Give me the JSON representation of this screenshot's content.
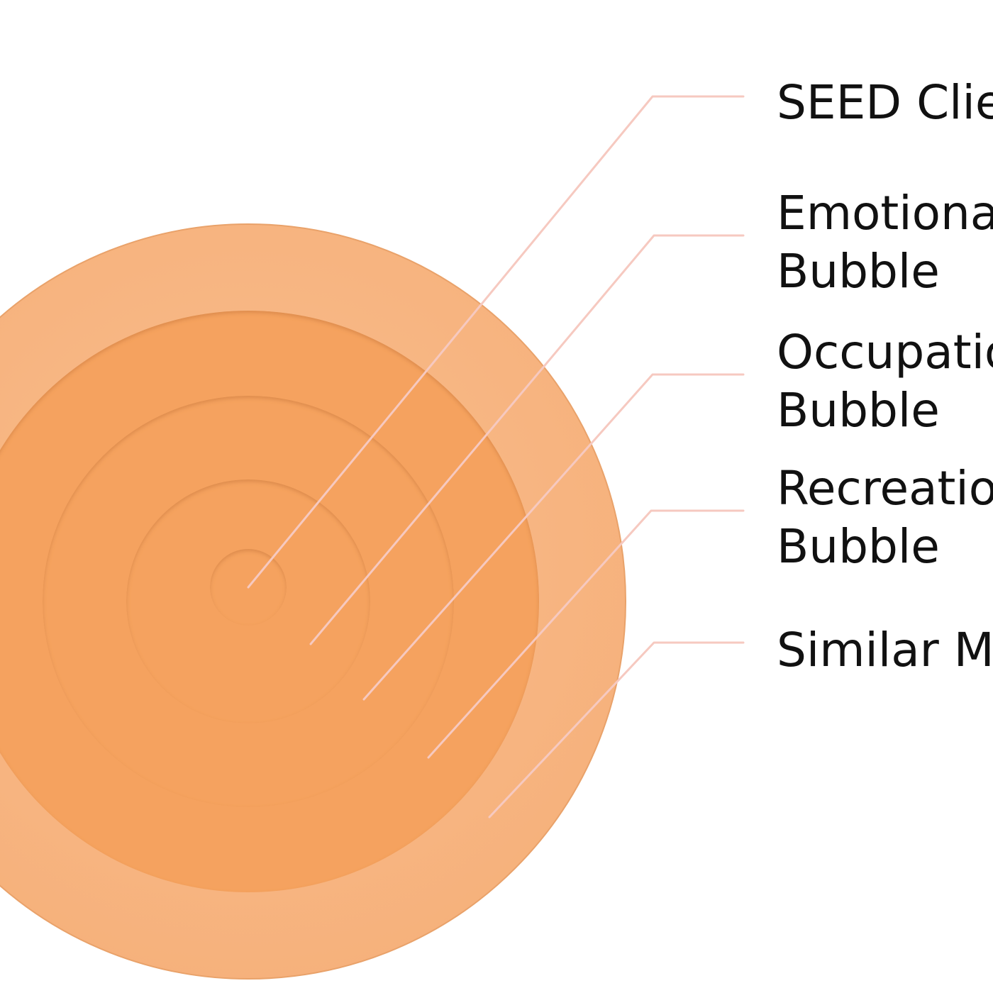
{
  "labels": {
    "seed": "SEED Clie",
    "emotional": "Emotiona\nBubble",
    "occupational": "Occupatio\nBubble",
    "recreational": "Recreatio\nBubble",
    "similar": "Similar M"
  },
  "colors": {
    "background": "#ffffff",
    "outer_ring": "#F8B684",
    "inner_rings": "#F5A25E",
    "ring_edge": "#E08A45",
    "leader_line": "#F6C9C0",
    "label_text": "#111111"
  }
}
